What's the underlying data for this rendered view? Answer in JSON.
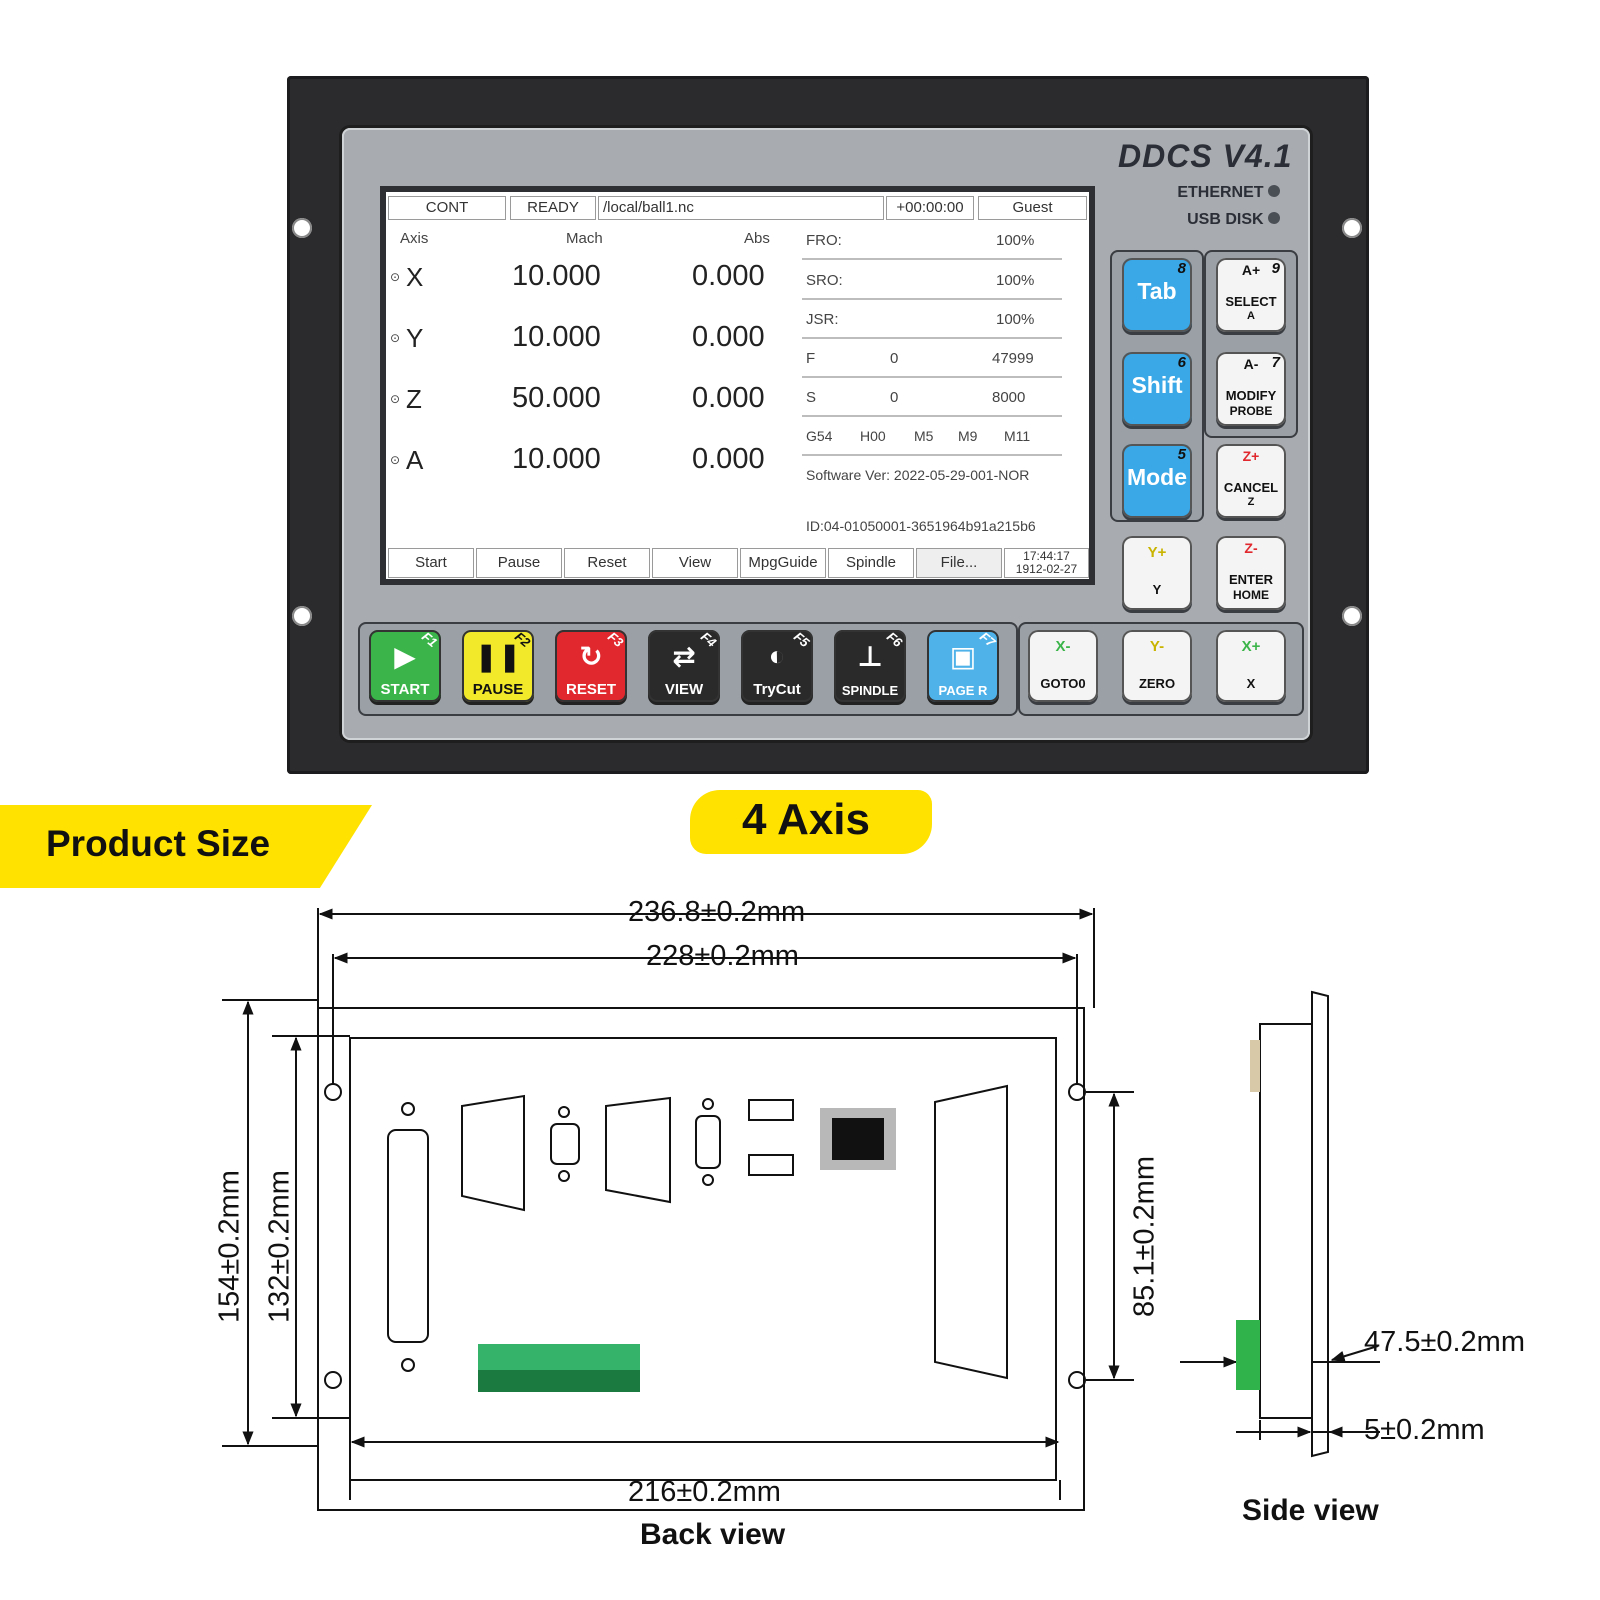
{
  "product": {
    "brand": "DDCS V4.1",
    "indicators": [
      "ETHERNET",
      "USB DISK"
    ]
  },
  "screen": {
    "status_bar": [
      "CONT",
      "READY",
      "/local/ball1.nc",
      "+00:00:00",
      "Guest"
    ],
    "headers": {
      "axis": "Axis",
      "mach": "Mach",
      "abs": "Abs"
    },
    "axes": [
      {
        "name": "X",
        "mach": "10.000",
        "abs": "0.000"
      },
      {
        "name": "Y",
        "mach": "10.000",
        "abs": "0.000"
      },
      {
        "name": "Z",
        "mach": "50.000",
        "abs": "0.000"
      },
      {
        "name": "A",
        "mach": "10.000",
        "abs": "0.000"
      }
    ],
    "params": [
      {
        "label": "FRO:",
        "mid": "",
        "value": "100%"
      },
      {
        "label": "SRO:",
        "mid": "",
        "value": "100%"
      },
      {
        "label": "JSR:",
        "mid": "",
        "value": "100%"
      },
      {
        "label": "F",
        "mid": "0",
        "value": "47999"
      },
      {
        "label": "S",
        "mid": "0",
        "value": "8000"
      }
    ],
    "codes": [
      "G54",
      "H00",
      "M5",
      "M9",
      "M11"
    ],
    "software": "Software Ver: 2022-05-29-001-NOR",
    "device_id": "ID:04-01050001-3651964b91a215b6",
    "softkeys": [
      "Start",
      "Pause",
      "Reset",
      "View",
      "MpgGuide",
      "Spindle",
      "File..."
    ],
    "time": "17:44:17",
    "date": "1912-02-27"
  },
  "side_keys": [
    {
      "label": "Tab",
      "num": "8"
    },
    {
      "label": "Shift",
      "num": "6"
    },
    {
      "label": "Mode",
      "num": "5"
    }
  ],
  "right_keys": [
    {
      "label": "SELECT",
      "sub": "A",
      "num": "9",
      "glyph": "A+"
    },
    {
      "label": "MODIFY",
      "sub": "PROBE",
      "num": "7",
      "glyph": "A-"
    },
    {
      "label": "CANCEL",
      "sub": "Z",
      "num": "",
      "glyph": "Z+"
    },
    {
      "label": "ENTER",
      "sub": "HOME",
      "num": "",
      "glyph": "Z-"
    }
  ],
  "arrow_keys": [
    {
      "label": "Y",
      "glyph": "Y+"
    },
    {
      "label": "GOTO0",
      "glyph": "X-"
    },
    {
      "label": "ZERO",
      "glyph": "Y-"
    },
    {
      "label": "X",
      "glyph": "X+"
    }
  ],
  "function_keys": [
    {
      "label": "START",
      "fn": "F1",
      "color": "#3bb54a"
    },
    {
      "label": "PAUSE",
      "fn": "F2",
      "color": "#f2e92a"
    },
    {
      "label": "RESET",
      "fn": "F3",
      "color": "#e0282e"
    },
    {
      "label": "VIEW",
      "fn": "F4",
      "color": "#2a2a2a"
    },
    {
      "label": "TryCut",
      "fn": "F5",
      "color": "#2a2a2a"
    },
    {
      "label": "SPINDLE",
      "fn": "F6",
      "color": "#2a2a2a"
    },
    {
      "label": "PAGE R",
      "fn": "F7",
      "color": "#4fb3ea"
    }
  ],
  "labels": {
    "product_size": "Product Size",
    "axis_count": "4 Axis",
    "back_view": "Back view",
    "side_view": "Side view"
  },
  "dimensions": {
    "outer_width": "236.8±0.2mm",
    "hole_spacing_width": "228±0.2mm",
    "body_width": "216±0.2mm",
    "outer_height": "154±0.2mm",
    "body_height": "132±0.2mm",
    "hole_spacing_height": "85.1±0.2mm",
    "depth": "47.5±0.2mm",
    "flange": "5±0.2mm"
  }
}
